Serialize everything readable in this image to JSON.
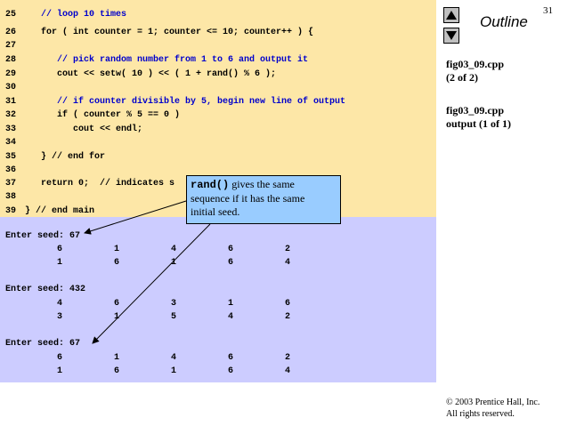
{
  "slide": {
    "page_number": "31",
    "outline_title": "Outline"
  },
  "sidebar": {
    "file_label_1": "fig03_09.cpp",
    "file_sub_1": "(2 of 2)",
    "file_label_2": "fig03_09.cpp",
    "file_sub_2": "output (1 of 1)"
  },
  "code": [
    {
      "num": "25",
      "text": "   // loop 10 times"
    },
    {
      "num": "26",
      "text": "   for ( int counter = 1; counter <= 10; counter++ ) {"
    },
    {
      "num": "27",
      "text": ""
    },
    {
      "num": "28",
      "text": "      // pick random number from 1 to 6 and output it"
    },
    {
      "num": "29",
      "text": "      cout << setw( 10 ) << ( 1 + rand() % 6 );"
    },
    {
      "num": "30",
      "text": ""
    },
    {
      "num": "31",
      "text": "      // if counter divisible by 5, begin new line of output"
    },
    {
      "num": "32",
      "text": "      if ( counter % 5 == 0 )"
    },
    {
      "num": "33",
      "text": "         cout << endl;"
    },
    {
      "num": "34",
      "text": ""
    },
    {
      "num": "35",
      "text": "   } // end for"
    },
    {
      "num": "36",
      "text": ""
    },
    {
      "num": "37",
      "text": "   return 0;  // indicates s"
    },
    {
      "num": "38",
      "text": ""
    },
    {
      "num": "39",
      "text": "} // end main"
    }
  ],
  "output": {
    "runs": [
      {
        "prompt": "Enter seed: 67",
        "rows": [
          [
            "6",
            "1",
            "4",
            "6",
            "2"
          ],
          [
            "1",
            "6",
            "1",
            "6",
            "4"
          ]
        ]
      },
      {
        "prompt": "Enter seed: 432",
        "rows": [
          [
            "4",
            "6",
            "3",
            "1",
            "6"
          ],
          [
            "3",
            "1",
            "5",
            "4",
            "2"
          ]
        ]
      },
      {
        "prompt": "Enter seed: 67",
        "rows": [
          [
            "6",
            "1",
            "4",
            "6",
            "2"
          ],
          [
            "1",
            "6",
            "1",
            "6",
            "4"
          ]
        ]
      }
    ]
  },
  "callout": {
    "code_term": "rand()",
    "text_1": " gives the same",
    "text_2": "sequence if it has the same",
    "text_3": "initial seed."
  },
  "footer": {
    "copyright_1": "© 2003 Prentice Hall, Inc.",
    "copyright_2": "All rights reserved."
  }
}
